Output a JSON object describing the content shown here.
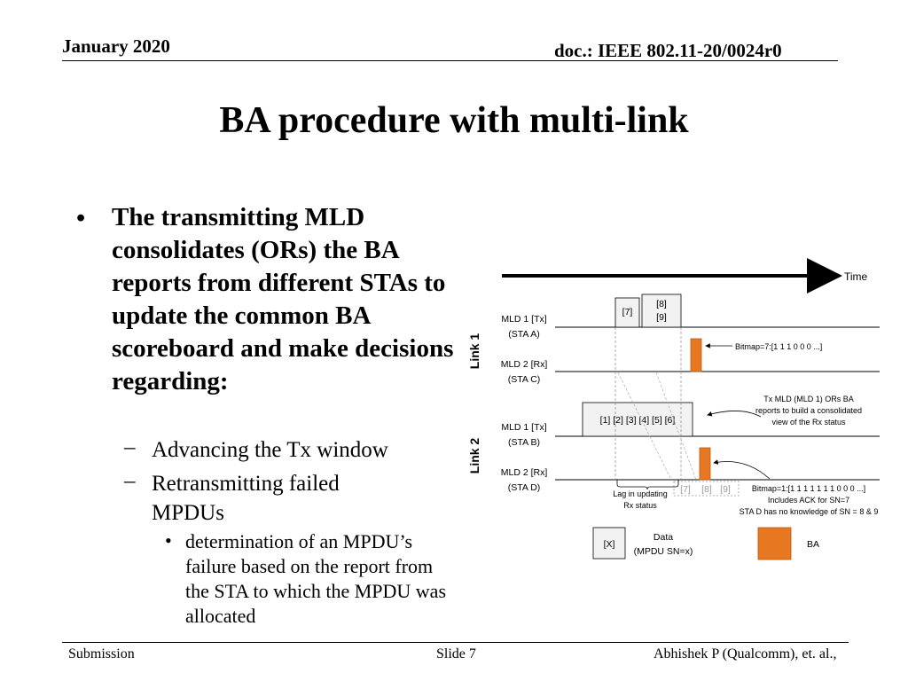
{
  "header": {
    "date": "January 2020",
    "doc": "doc.: IEEE 802.11-20/0024r0"
  },
  "title": "BA procedure with multi-link",
  "bullets": {
    "main": "The transmitting MLD consolidates (ORs) the BA reports from different STAs to update the common BA scoreboard and make decisions regarding:",
    "sub1": "Advancing the Tx window",
    "sub2": "Retransmitting failed MPDUs",
    "subsub": "determination of an MPDU’s failure based on the report from the STA to which the MPDU was allocated"
  },
  "diagram": {
    "time_label": "Time",
    "link1_label": "Link 1",
    "link2_label": "Link 2",
    "rows": [
      {
        "line1": "MLD 1 [Tx]",
        "line2": "(STA A)"
      },
      {
        "line1": "MLD 2 [Rx]",
        "line2": "(STA C)"
      },
      {
        "line1": "MLD 1 [Tx]",
        "line2": "(STA B)"
      },
      {
        "line1": "MLD 2 [Rx]",
        "line2": "(STA D)"
      }
    ],
    "link1_mpdu_a": "[7]",
    "link1_mpdu_b1": "[8]",
    "link1_mpdu_b2": "[9]",
    "link2_mpdus": "[1] [2] [3] [4] [5] [6]",
    "link2_rx_gray": [
      "[7]",
      "[8]",
      "[9]"
    ],
    "bitmap1": "Bitmap=7:[1 1 1 0 0 0 ...]",
    "consolidate_note": [
      "Tx MLD (MLD 1) ORs BA",
      "reports to build a consolidated",
      "view of the Rx status"
    ],
    "bitmap2": [
      "Bitmap=1:[1 1 1 1 1 1 1 0 0 0 ...]",
      "Includes ACK for SN=7",
      "STA D has no knowledge of SN = 8 & 9"
    ],
    "lag_note": [
      "Lag in updating",
      "Rx status"
    ],
    "legend": {
      "data_box": "[X]",
      "data_label1": "Data",
      "data_label2": "(MPDU SN=x)",
      "ba_label": "BA"
    },
    "colors": {
      "ba": "#e87722",
      "gray_text": "#9a9a9a"
    }
  },
  "footer": {
    "left": "Submission",
    "center": "Slide 7",
    "right": "Abhishek P (Qualcomm), et. al.,"
  }
}
